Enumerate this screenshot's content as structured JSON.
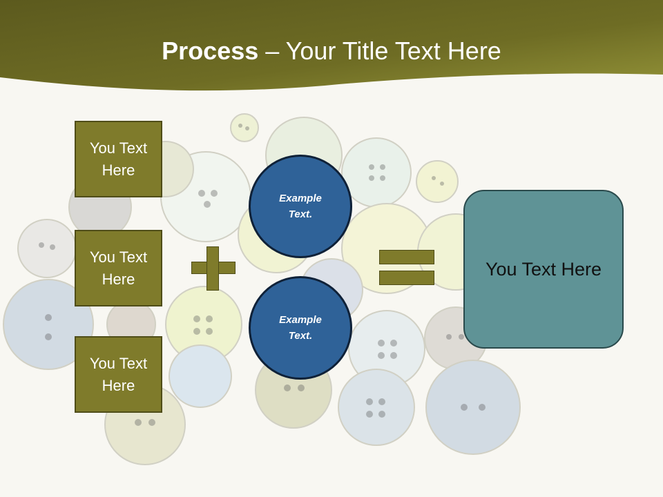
{
  "title": {
    "bold": "Process",
    "rest": " – Your Title Text Here"
  },
  "left_boxes": [
    {
      "label": "You Text Here"
    },
    {
      "label": "You Text Here"
    },
    {
      "label": "You Text Here"
    }
  ],
  "circles": [
    {
      "label": "Example Text."
    },
    {
      "label": "Example Text."
    }
  ],
  "operators": {
    "plus": "plus-sign",
    "equals": "equals-sign"
  },
  "result": {
    "label": "You Text Here"
  },
  "colors": {
    "banner_dark": "#5c5a1e",
    "banner_light": "#939338",
    "box_fill": "#7f7b2b",
    "circle_fill": "#2f6298",
    "result_fill": "#5f9396",
    "background": "#f8f7f2"
  }
}
